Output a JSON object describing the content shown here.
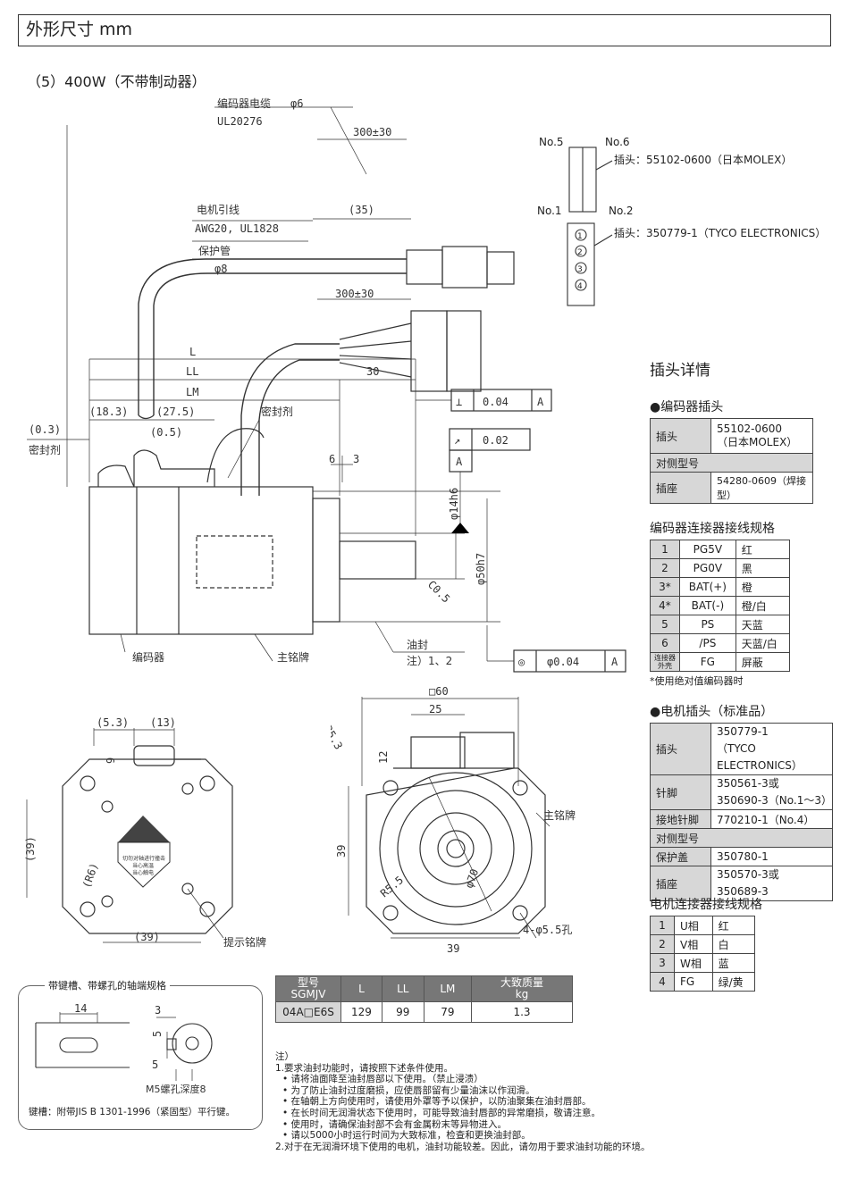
{
  "header": {
    "title": "外形尺寸 mm"
  },
  "subtitle": "（5）400W（不带制动器）",
  "side_view": {
    "encoder_cable_label": "编码器电缆",
    "encoder_cable_dia": "φ6",
    "encoder_cable_std": "UL20276",
    "encoder_cable_len": "300±30",
    "motor_lead_label": "电机引线",
    "motor_lead_std": "AWG20, UL1828",
    "motor_lead_dim": "(35)",
    "protect_tube_label": "保护管",
    "protect_tube_dia": "φ8",
    "motor_lead_len": "300±30",
    "dim_L": "L",
    "dim_LL": "LL",
    "dim_LM": "LM",
    "dim_30": "30",
    "dim_183": "(18.3)",
    "dim_275": "(27.5)",
    "dim_05": "(0.5)",
    "dim_03": "(0.3)",
    "sealant1": "密封剂",
    "sealant2": "密封剂",
    "dim_6": "6",
    "dim_3": "3",
    "perp_sym": "⊥",
    "perp_val": "0.04",
    "perp_ref": "A",
    "runout_sym": "↗",
    "runout_val": "0.02",
    "datum": "A",
    "shaft_dia": "φ14h6",
    "spigot_dia": "φ50h7",
    "chamfer": "C0.5",
    "encoder_label": "编码器",
    "nameplate_label": "主铭牌",
    "oil_seal_label": "油封",
    "oil_seal_note": "注）1、2",
    "conc_sym": "◎",
    "conc_val": "φ0.04",
    "conc_ref": "A"
  },
  "connectors": {
    "no5": "No.5",
    "no6": "No.6",
    "no1": "No.1",
    "no2": "No.2",
    "enc_plug": "插头：55102-0600（日本MOLEX）",
    "mot_plug": "插头：350779-1（TYCO ELECTRONICS）",
    "pins": [
      "1",
      "2",
      "3",
      "4"
    ]
  },
  "plug_details": {
    "title": "插头详情",
    "encoder_plug_title": "●编码器插头",
    "encoder_plug_rows": [
      {
        "k": "插头",
        "v": "55102-0600\n（日本MOLEX）"
      },
      {
        "k": "对侧型号",
        "v": ""
      },
      {
        "k": "插座",
        "v": "54280-0609（焊接型）"
      }
    ],
    "encoder_spec_title": "编码器连接器接线规格",
    "encoder_spec": [
      [
        "1",
        "PG5V",
        "红"
      ],
      [
        "2",
        "PG0V",
        "黑"
      ],
      [
        "3*",
        "BAT(+)",
        "橙"
      ],
      [
        "4*",
        "BAT(-)",
        "橙/白"
      ],
      [
        "5",
        "PS",
        "天蓝"
      ],
      [
        "6",
        "/PS",
        "天蓝/白"
      ],
      [
        "连接器外壳",
        "FG",
        "屏蔽"
      ]
    ],
    "encoder_note": "*使用绝对值编码器时",
    "motor_plug_title": "●电机插头（标准品）",
    "motor_plug_rows": [
      {
        "k": "插头",
        "v": "350779-1\n（TYCO ELECTRONICS）"
      },
      {
        "k": "针脚",
        "v": "350561-3或\n350690-3（No.1～3）"
      },
      {
        "k": "接地针脚",
        "v": "770210-1（No.4）"
      },
      {
        "k": "对侧型号",
        "v": ""
      },
      {
        "k": "保护盖",
        "v": "350780-1"
      },
      {
        "k": "插座",
        "v": "350570-3或\n350689-3"
      }
    ],
    "motor_spec_title": "电机连接器接线规格",
    "motor_spec": [
      [
        "1",
        "U相",
        "红"
      ],
      [
        "2",
        "V相",
        "白"
      ],
      [
        "3",
        "W相",
        "蓝"
      ],
      [
        "4",
        "FG",
        "绿/黄"
      ]
    ]
  },
  "rear_view": {
    "dim_53": "(5.3)",
    "dim_13": "(13)",
    "dim_9": "9",
    "dim_39v": "(39)",
    "dim_39h": "(39)",
    "r6": "(R6)",
    "warn_label": "提示铭牌",
    "warn_text": [
      "切勿对轴进行撞击",
      "当心高温",
      "当心触电"
    ]
  },
  "front_view": {
    "sq60": "□60",
    "d25": "25",
    "d12": "12",
    "r53": "R5.3",
    "r55": "R5.5",
    "d70": "φ70",
    "d39v": "39",
    "d39h": "39",
    "holes": "4-φ5.5孔",
    "nameplate": "主铭牌"
  },
  "shaft_box": {
    "title": "带键槽、带螺孔的轴端规格",
    "d14": "14",
    "d3": "3",
    "d5a": "5",
    "d5b": "5",
    "screw": "M5螺孔深度8",
    "key": "键槽：附带JIS B 1301-1996（紧固型）平行键。"
  },
  "model_table": {
    "headers": [
      "型号\nSGMJV",
      "L",
      "LL",
      "LM",
      "大致质量\nkg"
    ],
    "rows": [
      [
        "04A□E6S",
        "129",
        "99",
        "79",
        "1.3"
      ]
    ]
  },
  "notes": [
    "注）",
    "1.要求油封功能时，请按照下述条件使用。",
    "  • 请将油面降至油封唇部以下使用。（禁止浸渍）",
    "  • 为了防止油封过度磨损，应使唇部留有少量油沫以作润滑。",
    "  • 在轴朝上方向使用时，请使用外罩等予以保护，以防油聚集在油封唇部。",
    "  • 在长时间无润滑状态下使用时，可能导致油封唇部的异常磨损，敬请注意。",
    "  • 使用时，请确保油封部不会有金属粉末等异物进入。",
    "  • 请以5000小时运行时间为大致标准，检查和更换油封部。",
    "2.对于在无润滑环境下使用的电机，油封功能较差。因此，请勿用于要求油封功能的环境。"
  ]
}
